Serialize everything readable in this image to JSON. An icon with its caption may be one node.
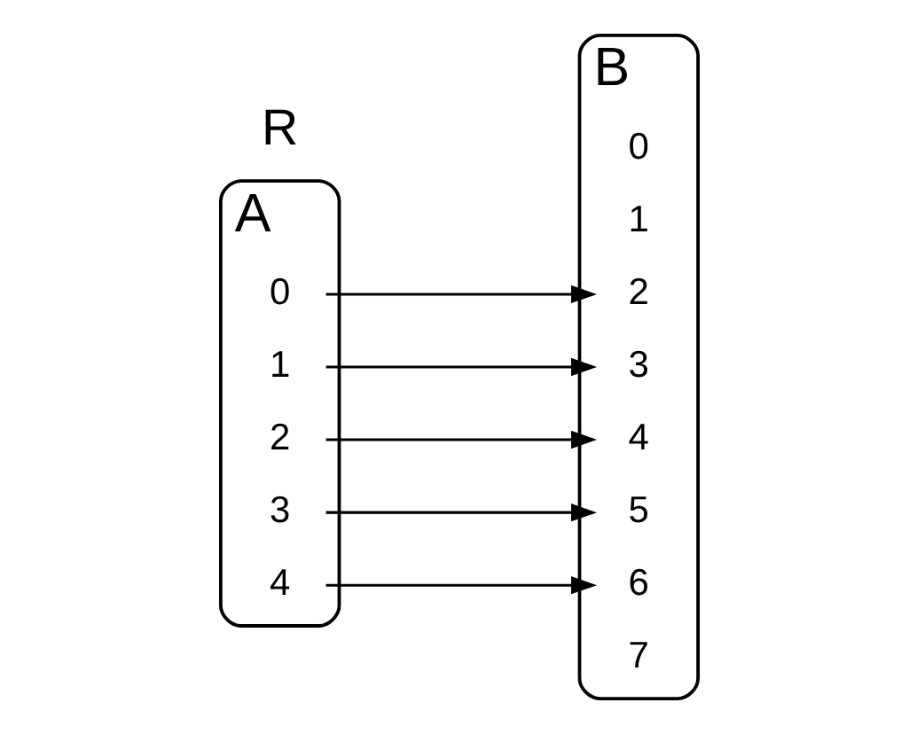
{
  "diagram": {
    "nodes": [
      {
        "text": [
          "A"
        ]
      },
      {
        "text": [
          "0"
        ],
        "in": 0
      },
      {
        "text": [
          "1"
        ],
        "in": 0
      },
      {
        "text": [
          "2"
        ],
        "in": 0
      },
      {
        "text": [
          "3"
        ],
        "in": 0
      },
      {
        "text": [
          "4"
        ],
        "in": 0
      },
      {
        "text": [
          "B"
        ]
      },
      {
        "text": [
          "0"
        ],
        "in": 6
      },
      {
        "text": [
          "1"
        ],
        "in": 6
      },
      {
        "text": [
          "2"
        ],
        "in": 6
      },
      {
        "text": [
          "3"
        ],
        "in": 6
      },
      {
        "text": [
          "4"
        ],
        "in": 6
      },
      {
        "text": [
          "5"
        ],
        "in": 6
      },
      {
        "text": [
          "6"
        ],
        "in": 6
      },
      {
        "text": [
          "7"
        ],
        "in": 6
      }
    ],
    "edges": [
      {
        "from": 1,
        "to": 9,
        "arrow": "to"
      },
      {
        "from": 2,
        "to": 10,
        "arrow": "to"
      },
      {
        "from": 3,
        "to": 11,
        "arrow": "to"
      },
      {
        "from": 4,
        "to": 12,
        "arrow": "to"
      },
      {
        "from": 5,
        "to": 13,
        "arrow": "to"
      }
    ],
    "labels": [
      "R"
    ]
  }
}
